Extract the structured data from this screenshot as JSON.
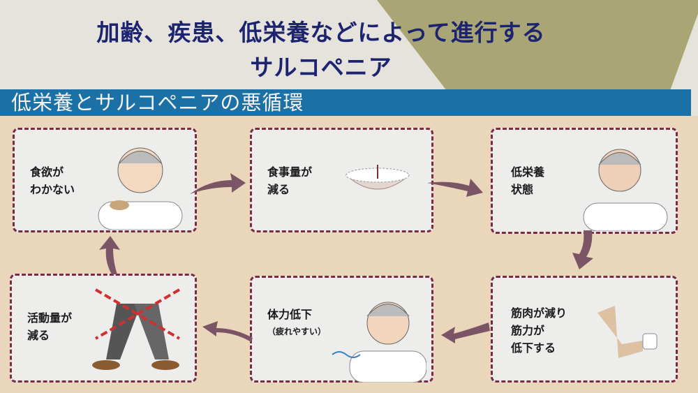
{
  "header": {
    "title_line1": "加齢、疾患、低栄養などによって進行する",
    "title_line2": "サルコペニア"
  },
  "banner": {
    "title": "低栄養とサルコペニアの悪循環"
  },
  "cycle": [
    {
      "lines": [
        "食欲が",
        "わかない"
      ]
    },
    {
      "lines": [
        "食事量が",
        "減る"
      ]
    },
    {
      "lines": [
        "低栄養",
        "状態"
      ]
    },
    {
      "lines": [
        "筋肉が減り",
        "筋力が",
        "低下する"
      ]
    },
    {
      "lines": [
        "体力低下"
      ],
      "note": "（疲れやすい）"
    },
    {
      "lines": [
        "活動量が",
        "減る"
      ]
    }
  ],
  "colors": {
    "title": "#1c2470",
    "banner": "#1b71a6",
    "border": "#7a2a42",
    "arrow": "#7b5566",
    "olive": "#a9a574"
  }
}
